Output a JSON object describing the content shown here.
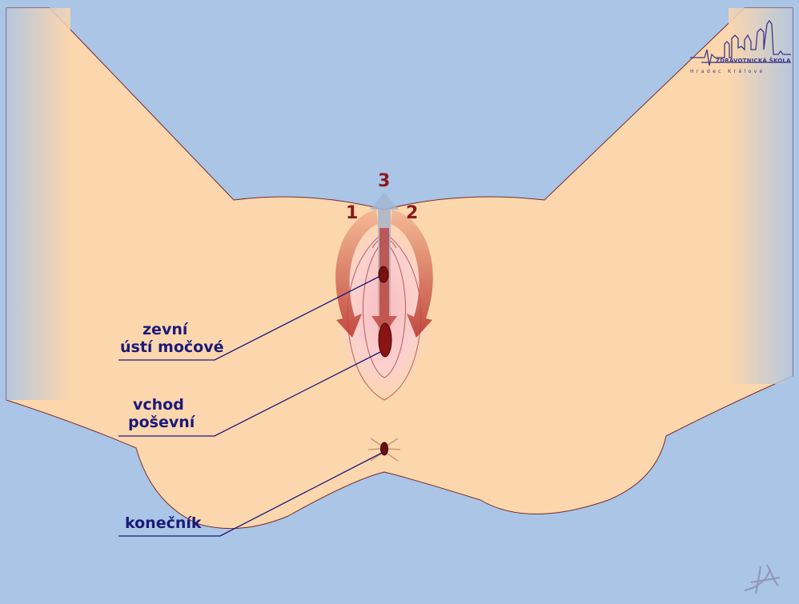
{
  "labels": {
    "urethra_line1": "zevní",
    "urethra_line2": "ústí močové",
    "vagina_line1": "vchod",
    "vagina_line2": "poševní",
    "anus": "konečník"
  },
  "arrow_numbers": {
    "left": "1",
    "right": "2",
    "center": "3"
  },
  "logo": {
    "name": "ZDRAVOTNICKÁ ŠKOLA",
    "city": "Hradec Králové"
  },
  "colors": {
    "background": "#aac5e6",
    "skin": "#fcd6ad",
    "outline": "#7a2a2a",
    "label_text": "#1a1a7a",
    "arrow_red": "#c0392b",
    "arrow_blue": "#9fb6d8"
  }
}
